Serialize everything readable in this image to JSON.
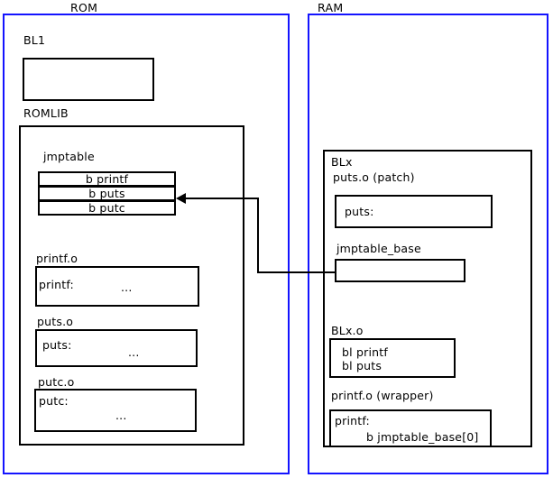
{
  "diagram": {
    "title": "ROM / RAM jump table patching layout",
    "colors": {
      "region_border": "#1414ff",
      "box_border": "#000000",
      "background": "#ffffff",
      "text": "#000000"
    }
  },
  "rom": {
    "label": "ROM",
    "bl1": {
      "label": "BL1",
      "body": ""
    },
    "romlib": {
      "label": "ROMLIB",
      "jmptable": {
        "label": "jmptable",
        "entries": [
          {
            "text": "b printf"
          },
          {
            "text": "b puts"
          },
          {
            "text": "b putc"
          }
        ]
      },
      "objects": [
        {
          "label": "printf.o",
          "symbol": "printf:",
          "ellipsis": "..."
        },
        {
          "label": "puts.o",
          "symbol": "puts:",
          "ellipsis": "..."
        },
        {
          "label": "putc.o",
          "symbol": "putc:",
          "ellipsis": "..."
        }
      ]
    }
  },
  "ram": {
    "label": "RAM",
    "blx": {
      "label": "BLx",
      "puts_patch": {
        "label": "puts.o (patch)",
        "symbol": "puts:"
      },
      "jmptable_base": {
        "label": "jmptable_base",
        "body": ""
      },
      "blx_o": {
        "label": "BLx.o",
        "code_line_1": "bl printf",
        "code_line_2": "bl puts"
      },
      "printf_wrapper": {
        "label": "printf.o (wrapper)",
        "symbol": "printf:",
        "branch": "b jmptable_base[0]"
      }
    }
  },
  "connector": {
    "name": "jmptable-base-to-b-puts-arrow",
    "from": "jmptable_base",
    "to": "b puts",
    "arrow": "left-arrowhead"
  }
}
